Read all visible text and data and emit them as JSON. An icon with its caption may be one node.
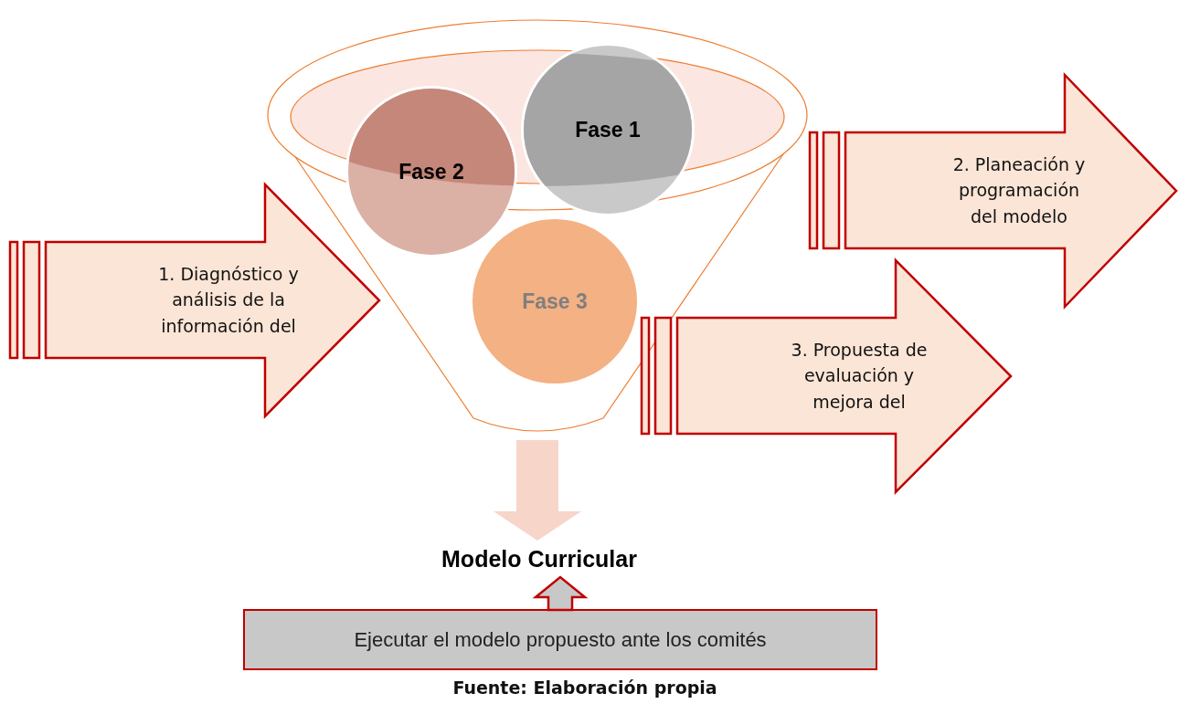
{
  "diagram": {
    "caption": "Fuente: Elaboración propia",
    "nodes": [
      {
        "text": [],
        "shape": "funnel"
      },
      {
        "text": [
          "Fase 1"
        ]
      },
      {
        "text": [
          "Fase 2"
        ]
      },
      {
        "text": [
          "Fase 3"
        ],
        "in": 0
      },
      {
        "text": [
          "1. Diagnóstico y análisis de la información del"
        ]
      },
      {
        "text": [
          "2. Planeación y programación del modelo"
        ]
      },
      {
        "text": [
          "3. Propuesta de evaluación y mejora del"
        ]
      },
      {
        "text": [
          "Modelo Curricular"
        ]
      },
      {
        "text": [
          "Ejecutar el modelo propuesto ante los comités"
        ]
      }
    ],
    "edges": [
      {
        "from": 0,
        "to": 7,
        "arrow": "to",
        "style": "thick",
        "color": "#f7d5c9"
      },
      {
        "from": 8,
        "to": 7,
        "arrow": "to",
        "style": "thick"
      }
    ]
  }
}
